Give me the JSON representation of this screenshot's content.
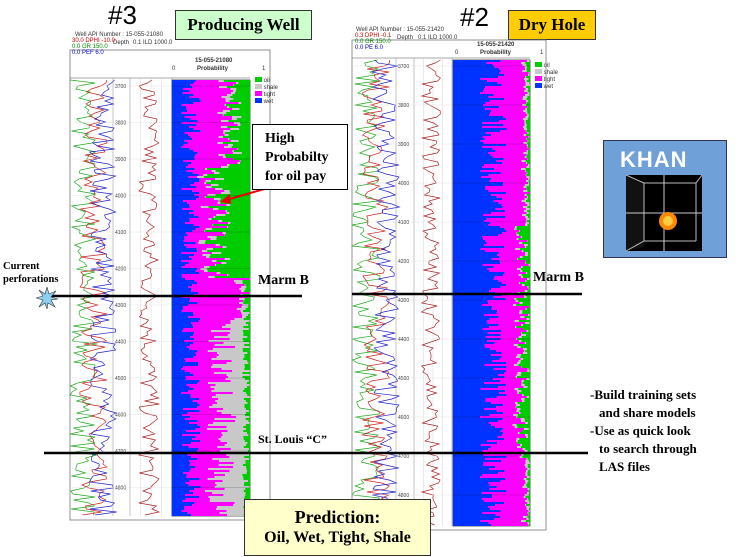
{
  "wells": [
    {
      "number": "#3",
      "status": "Producing Well",
      "status_color": "#ccffcc",
      "api_label": "Well API Number : 15-055-21080",
      "plot_title": "15-055-21080",
      "plot_subtitle": "Probability",
      "header_left": [
        "30.0 DPHI -10.0",
        "0.0 GR 150.0",
        "0.0 PEF 6.0"
      ],
      "header_mid": [
        "Depth",
        "0.1 ILD 1000.0"
      ],
      "depths": [
        "3700",
        "3800",
        "3900",
        "4000",
        "4100",
        "4200",
        "4300",
        "4400",
        "4500",
        "4600",
        "4700",
        "4800"
      ],
      "scale_left": "0",
      "scale_right": "1"
    },
    {
      "number": "#2",
      "status": "Dry Hole",
      "status_color": "#ffcc00",
      "api_label": "Well API Number : 15-055-21420",
      "plot_title": "15-055-21420",
      "plot_subtitle": "Probability",
      "header_left": [
        "0.3 DPHI -0.1",
        "0.0 GR 150.0",
        "0.0 PE 6.0"
      ],
      "header_mid": [
        "Depth",
        "0.1 ILD 1000.0"
      ],
      "depths": [
        "3700",
        "3800",
        "3900",
        "4000",
        "4100",
        "4200",
        "4300",
        "4400",
        "4500",
        "4600",
        "4700",
        "4800"
      ],
      "scale_left": "0",
      "scale_right": "1"
    }
  ],
  "legend": [
    {
      "label": "oil",
      "color": "#00cc00"
    },
    {
      "label": "shale",
      "color": "#c8c8c8"
    },
    {
      "label": "tight",
      "color": "#ff00ff"
    },
    {
      "label": "wet",
      "color": "#0033ff"
    }
  ],
  "callout": "High Probabilty for oil pay",
  "perforations_label": "Current perforations",
  "marker_marm_b": "Marm B",
  "marker_st_louis": "St. Louis “C”",
  "notes": [
    "-Build training sets",
    "and share models",
    "-Use as quick look",
    "to search through",
    "LAS files"
  ],
  "prediction_title": "Prediction:",
  "prediction_classes": "Oil, Wet, Tight, Shale",
  "prediction_color": "#ffffcc",
  "logo_text": "KHAN"
}
